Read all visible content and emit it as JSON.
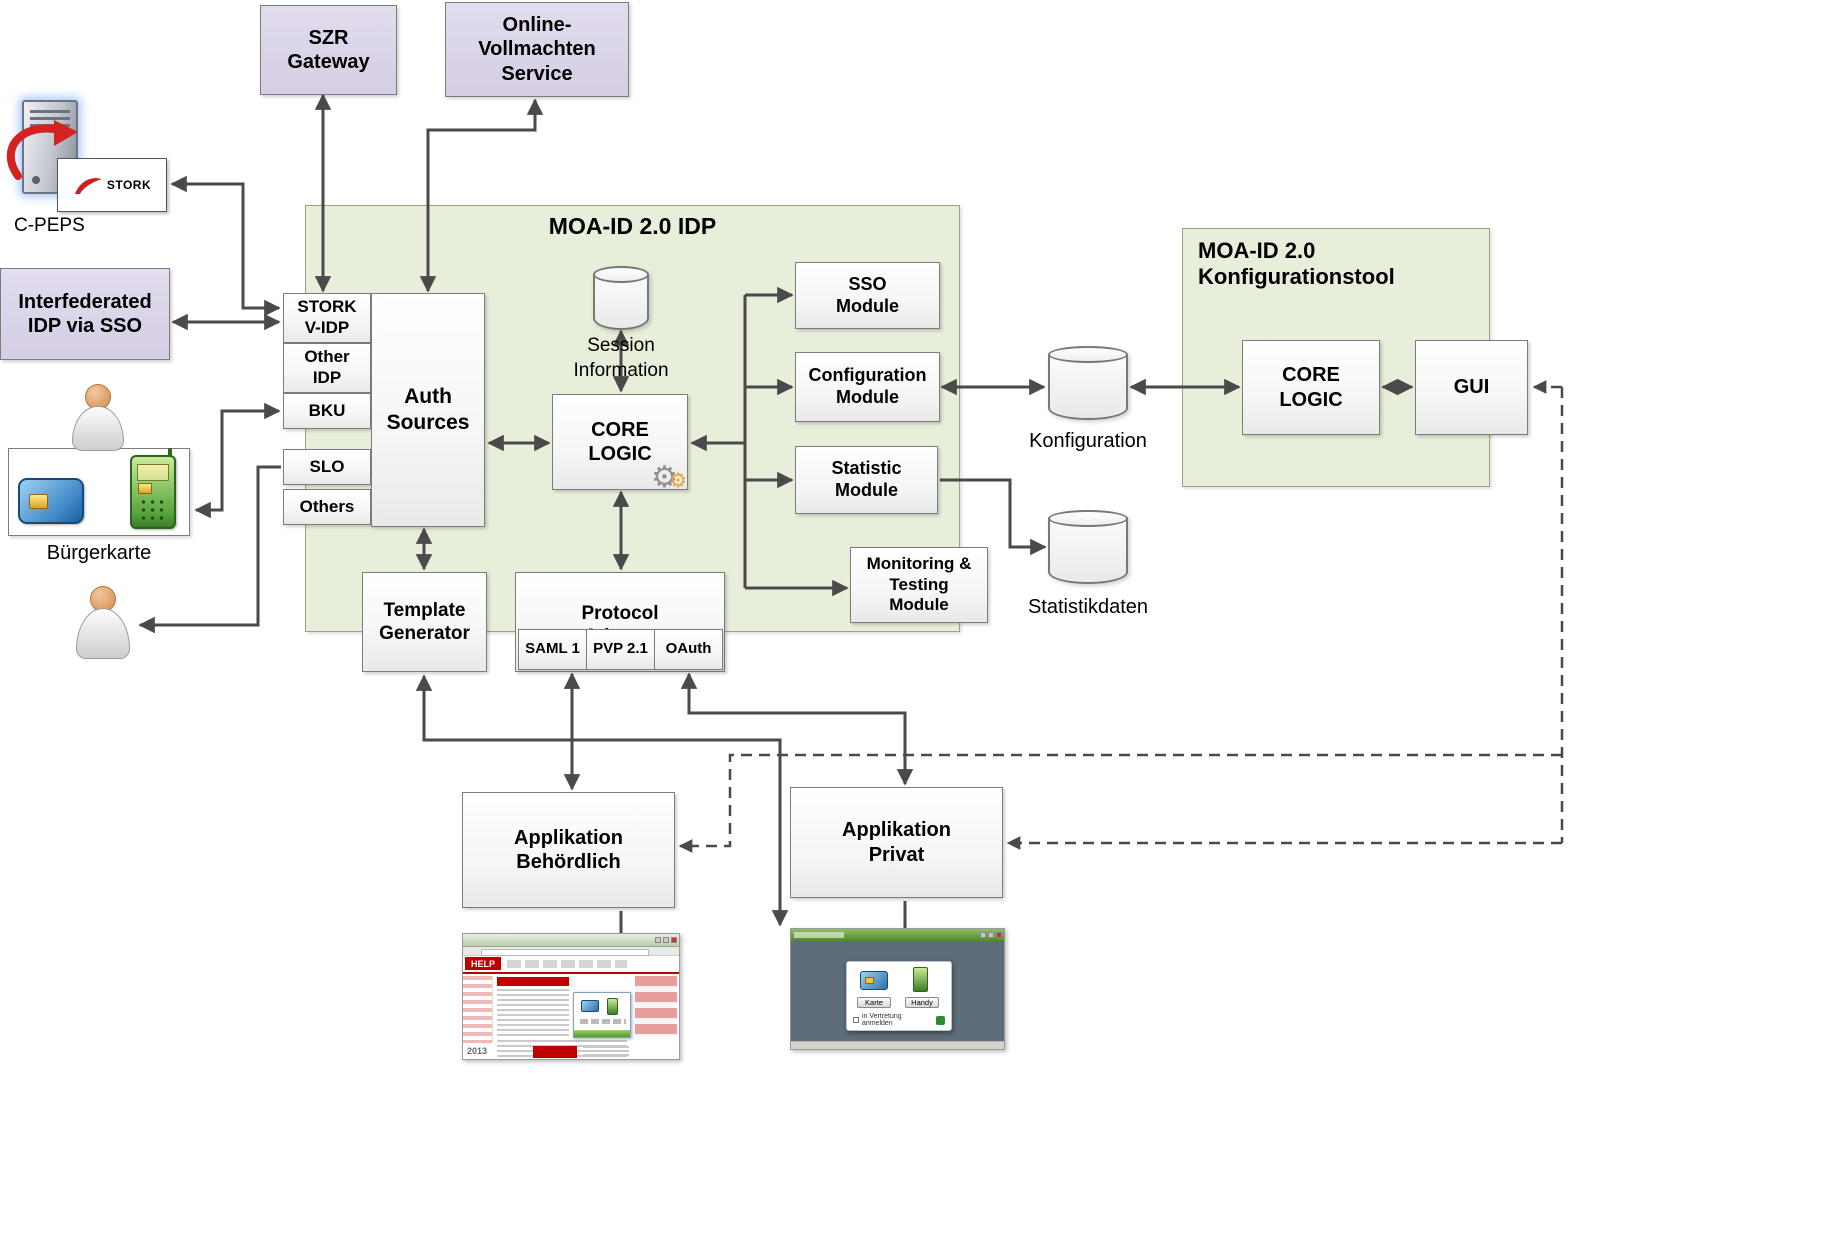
{
  "colors": {
    "arrow": "#4a4a4a",
    "purple_box": "#d9d2e4",
    "green_container": "#e7eeda",
    "box_border": "#7c7c7c",
    "help_red": "#c00000",
    "card_blue": "#3e86c6",
    "phone_green": "#4d9b3a",
    "gear_orange": "#eda42e"
  },
  "external": {
    "szr_gateway": "SZR\nGateway",
    "online_vollmachten": "Online-\nVollmachten\nService",
    "cpeps": "C-PEPS",
    "stork": "STORK",
    "interfederated_idp": "Interfederated\nIDP via SSO",
    "buergerkarte": "Bürgerkarte"
  },
  "idp": {
    "title": "MOA-ID 2.0 IDP",
    "stack": [
      "STORK\nV-IDP",
      "Other\nIDP",
      "BKU",
      "SLO",
      "Others"
    ],
    "auth_sources": "Auth\nSources",
    "session_information": "Session\nInformation",
    "core_logic": "CORE\nLOGIC",
    "modules": [
      "SSO\nModule",
      "Configuration\nModule",
      "Statistic\nModule",
      "Monitoring &\nTesting\nModule"
    ],
    "template_generator": "Template\nGenerator",
    "protocol_adapter": "Protocol\nAdapter",
    "protocols": [
      "SAML 1",
      "PVP 2.1",
      "OAuth"
    ]
  },
  "datastores": {
    "konfiguration": "Konfiguration",
    "statistikdaten": "Statistikdaten"
  },
  "tool": {
    "title": "MOA-ID 2.0\nKonfigurationstool",
    "core_logic": "CORE\nLOGIC",
    "gui": "GUI"
  },
  "applications": {
    "behoerdlich": "Applikation\nBehördlich",
    "privat": "Applikation\nPrivat"
  },
  "screenshots": {
    "help": {
      "masthead": "HELP",
      "year": "2013"
    },
    "bku": {
      "karte": "Karte",
      "handy": "Handy",
      "vertretung": "in Vertretung anmelden"
    }
  }
}
